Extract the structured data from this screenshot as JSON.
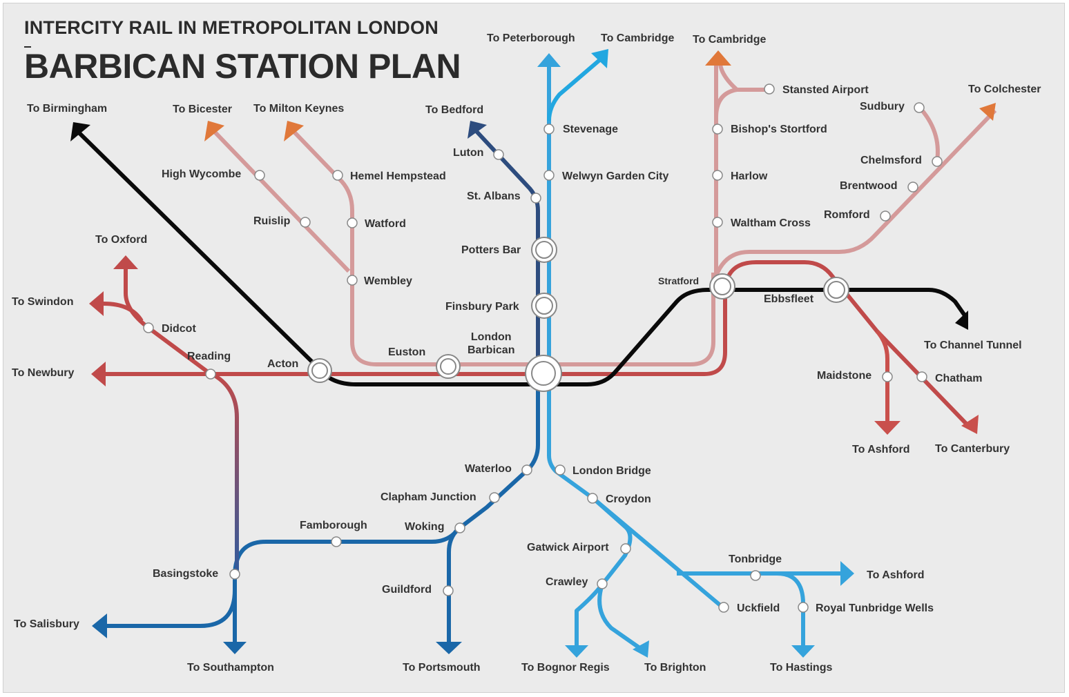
{
  "header": {
    "subtitle": "INTERCITY RAIL IN METROPOLITAN LONDON",
    "title": "BARBICAN STATION PLAN"
  },
  "colors": {
    "background": "#ebebeb",
    "northwest_pink": "#d49a9a",
    "west_red": "#c04a4a",
    "east_red": "#c9504c",
    "channel_black": "#0a0a0a",
    "bedford_navy": "#2d4c7e",
    "south_west_blue": "#1a67a8",
    "south_east_light_blue": "#35a3dc",
    "cambridge_light_blue": "#22a7e0",
    "destination_arrow_orange": "#e0783a"
  },
  "interchange_stations": [
    "Acton",
    "Euston",
    "London Barbican",
    "Potters Bar",
    "Finsbury Park",
    "Stratford",
    "Ebbsfleet"
  ],
  "stations": [
    "Reading",
    "Didcot",
    "High Wycombe",
    "Ruislip",
    "Hemel Hempstead",
    "Watford",
    "Wembley",
    "Luton",
    "St. Albans",
    "Stevenage",
    "Welwyn Garden City",
    "Bishop's Stortford",
    "Harlow",
    "Waltham Cross",
    "Stansted Airport",
    "Sudbury",
    "Chelmsford",
    "Brentwood",
    "Romford",
    "Maidstone",
    "Chatham",
    "Waterloo",
    "Clapham Junction",
    "Woking",
    "Famborough",
    "Basingstoke",
    "Guildford",
    "London Bridge",
    "Croydon",
    "Gatwick Airport",
    "Crawley",
    "Tonbridge",
    "Uckfield",
    "Royal Tunbridge Wells"
  ],
  "destinations": [
    "To Birmingham",
    "To Bicester",
    "To Milton Keynes",
    "To Bedford",
    "To Peterborough",
    "To Cambridge",
    "To Cambridge",
    "To Colchester",
    "To Oxford",
    "To Swindon",
    "To Newbury",
    "To Channel Tunnel",
    "To Ashford",
    "To Canterbury",
    "To Salisbury",
    "To Southampton",
    "To Portsmouth",
    "To Bognor Regis",
    "To Brighton",
    "To Hastings",
    "To Ashford"
  ],
  "labels": {
    "to_birmingham": "To Birmingham",
    "to_bicester": "To Bicester",
    "to_milton_keynes": "To Milton Keynes",
    "to_bedford": "To Bedford",
    "to_peterborough": "To Peterborough",
    "to_cambridge_1": "To Cambridge",
    "to_cambridge_2": "To Cambridge",
    "to_colchester": "To Colchester",
    "to_oxford": "To Oxford",
    "to_swindon": "To Swindon",
    "to_newbury": "To Newbury",
    "to_channel_tunnel": "To Channel Tunnel",
    "to_ashford_kent": "To Ashford",
    "to_canterbury": "To Canterbury",
    "to_salisbury": "To Salisbury",
    "to_southampton": "To Southampton",
    "to_portsmouth": "To Portsmouth",
    "to_bognor_regis": "To Bognor Regis",
    "to_brighton": "To Brighton",
    "to_hastings": "To Hastings",
    "to_ashford_south": "To Ashford",
    "reading": "Reading",
    "didcot": "Didcot",
    "acton": "Acton",
    "high_wycombe": "High Wycombe",
    "ruislip": "Ruislip",
    "hemel_hempstead": "Hemel Hempstead",
    "watford": "Watford",
    "wembley": "Wembley",
    "euston": "Euston",
    "london_barbican": "London\nBarbican",
    "luton": "Luton",
    "st_albans": "St. Albans",
    "potters_bar": "Potters Bar",
    "finsbury_park": "Finsbury Park",
    "stevenage": "Stevenage",
    "welwyn": "Welwyn Garden City",
    "bishops_stortford": "Bishop's Stortford",
    "harlow": "Harlow",
    "waltham_cross": "Waltham Cross",
    "stansted": "Stansted Airport",
    "stratford": "Stratford",
    "ebbsfleet": "Ebbsfleet",
    "sudbury": "Sudbury",
    "chelmsford": "Chelmsford",
    "brentwood": "Brentwood",
    "romford": "Romford",
    "maidstone": "Maidstone",
    "chatham": "Chatham",
    "waterloo": "Waterloo",
    "clapham": "Clapham Junction",
    "woking": "Woking",
    "famborough": "Famborough",
    "basingstoke": "Basingstoke",
    "guildford": "Guildford",
    "london_bridge": "London Bridge",
    "croydon": "Croydon",
    "gatwick": "Gatwick Airport",
    "crawley": "Crawley",
    "tonbridge": "Tonbridge",
    "uckfield": "Uckfield",
    "royal_tunbridge": "Royal Tunbridge Wells"
  }
}
